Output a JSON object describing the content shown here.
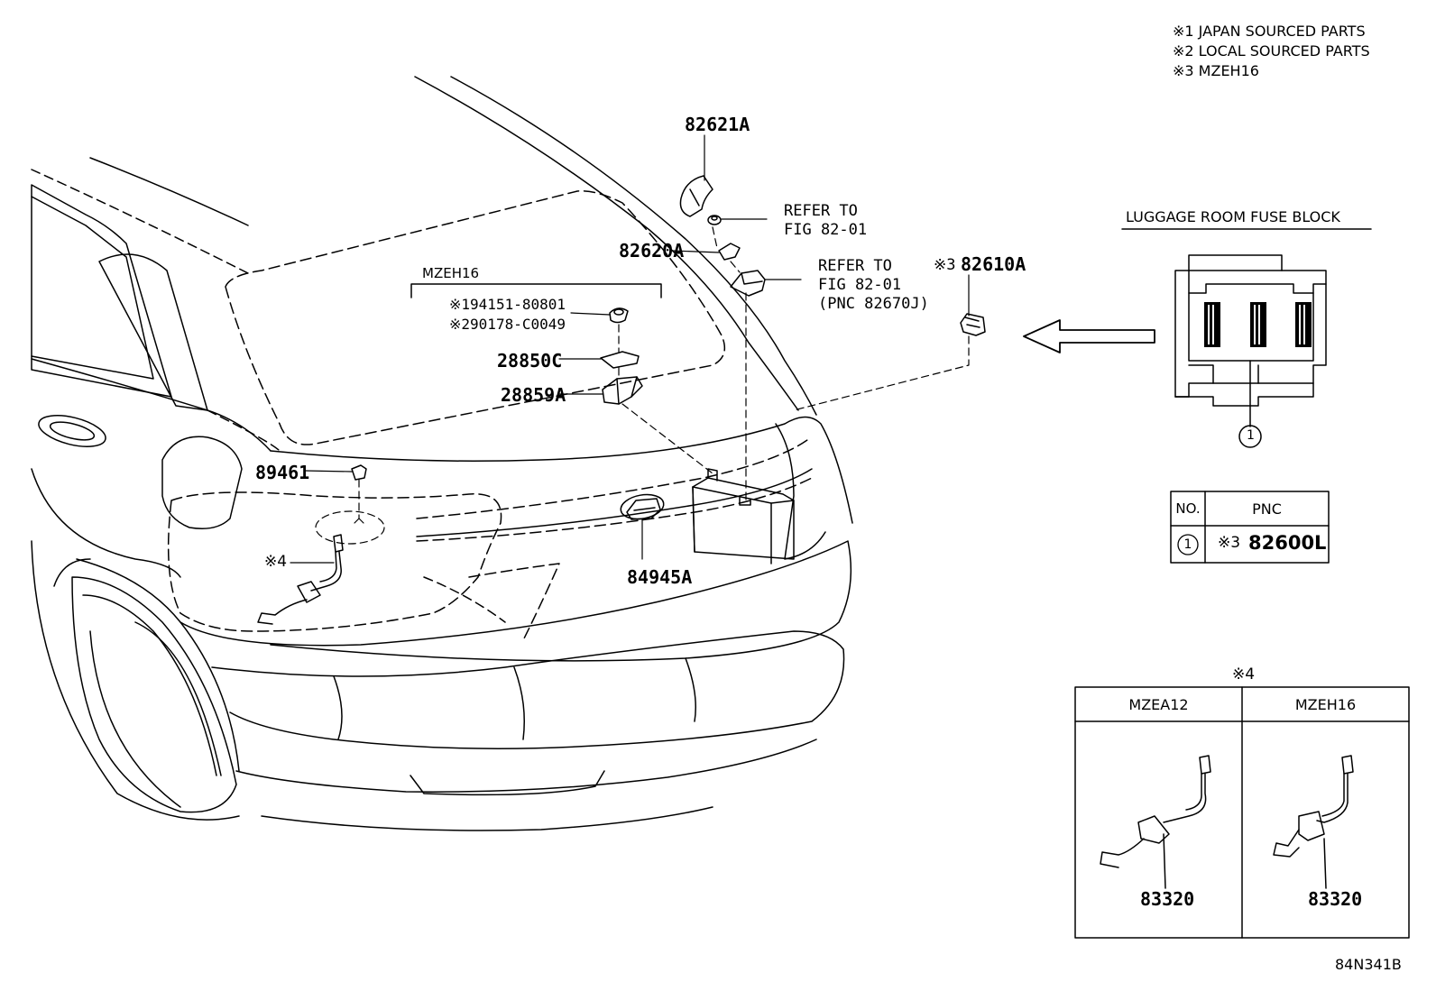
{
  "notes": [
    "※1 JAPAN SOURCED PARTS",
    "※2 LOCAL SOURCED PARTS",
    "※3 MZEH16"
  ],
  "callouts": {
    "p82621a": "82621A",
    "refer1_line1": "REFER TO",
    "refer1_line2": "FIG 82-01",
    "p82620a": "82620A",
    "refer2_line1": "REFER TO",
    "refer2_line2": "FIG 82-01",
    "refer2_line3": "(PNC 82670J)",
    "mark3": "※3",
    "p82610a": "82610A",
    "mzeh16_group": "MZEH16",
    "p94151": "※194151-80801",
    "p90178": "※290178-C0049",
    "p28850c": "28850C",
    "p28859a": "28859A",
    "p89461": "89461",
    "mark4": "※4",
    "p84945a": "84945A"
  },
  "fuse_block": {
    "title": "LUGGAGE ROOM FUSE BLOCK",
    "circle": "1"
  },
  "pnc_table": {
    "col_no": "NO.",
    "col_pnc": "PNC",
    "row_no": "1",
    "row_mark": "※3",
    "row_pnc": "82600L"
  },
  "variant_box": {
    "title": "※4",
    "col1": "MZEA12",
    "col2": "MZEH16",
    "part1": "83320",
    "part2": "83320"
  },
  "figure_code": "84N341B"
}
